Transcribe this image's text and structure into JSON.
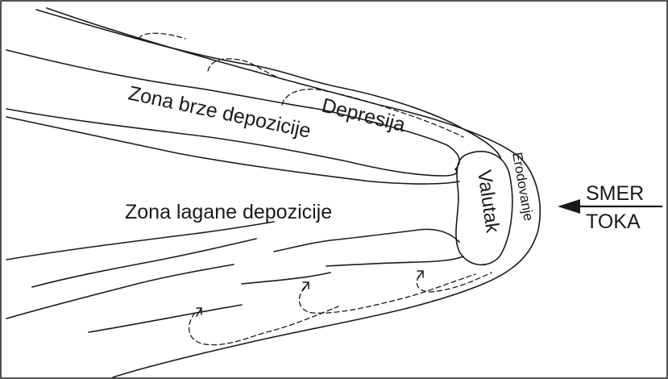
{
  "labels": {
    "fast_deposition_zone": "Zona brze depozicije",
    "depression": "Depresija",
    "slow_deposition_zone": "Zona lagane depozicije",
    "boulder": "Valutak",
    "erosion": "Erodovanje",
    "flow_direction_line1": "SMER",
    "flow_direction_line2": "TOKA"
  },
  "colors": {
    "line": "#1a1a1a",
    "background": "#ffffff"
  }
}
